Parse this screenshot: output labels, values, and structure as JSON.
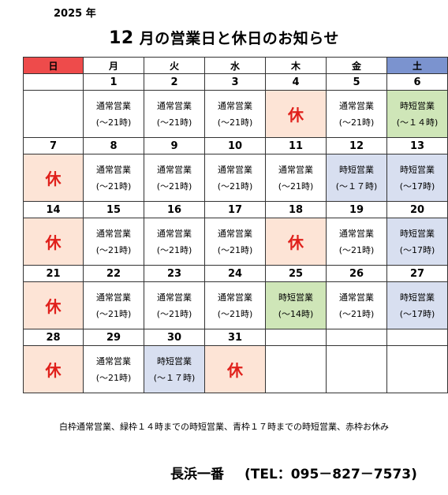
{
  "header": {
    "year": "2025 年",
    "title_num": "12",
    "title_rest": " 月の営業日と休日のお知らせ"
  },
  "weekdays": [
    "日",
    "月",
    "火",
    "水",
    "木",
    "金",
    "土"
  ],
  "weeks": [
    [
      {
        "day": "",
        "type": "empty"
      },
      {
        "day": "1",
        "type": "normal",
        "l1": "通常営業",
        "l2": "(～21時)"
      },
      {
        "day": "2",
        "type": "normal",
        "l1": "通常営業",
        "l2": "(～21時)"
      },
      {
        "day": "3",
        "type": "normal",
        "l1": "通常営業",
        "l2": "(～21時)"
      },
      {
        "day": "4",
        "type": "off",
        "l1": "休",
        "l2": ""
      },
      {
        "day": "5",
        "type": "normal",
        "l1": "通常営業",
        "l2": "(～21時)"
      },
      {
        "day": "6",
        "type": "green",
        "l1": "時短営業",
        "l2": "(～１４時)"
      }
    ],
    [
      {
        "day": "7",
        "type": "off",
        "l1": "休",
        "l2": ""
      },
      {
        "day": "8",
        "type": "normal",
        "l1": "通常営業",
        "l2": "(～21時)"
      },
      {
        "day": "9",
        "type": "normal",
        "l1": "通常営業",
        "l2": "(～21時)"
      },
      {
        "day": "10",
        "type": "normal",
        "l1": "通常営業",
        "l2": "(～21時)"
      },
      {
        "day": "11",
        "type": "normal",
        "l1": "通常営業",
        "l2": "(～21時)"
      },
      {
        "day": "12",
        "type": "blue",
        "l1": "時短営業",
        "l2": "(～１７時)"
      },
      {
        "day": "13",
        "type": "blue",
        "l1": "時短営業",
        "l2": "(～17時)"
      }
    ],
    [
      {
        "day": "14",
        "type": "off",
        "l1": "休",
        "l2": ""
      },
      {
        "day": "15",
        "type": "normal",
        "l1": "通常営業",
        "l2": "(～21時)"
      },
      {
        "day": "16",
        "type": "normal",
        "l1": "通常営業",
        "l2": "(～21時)"
      },
      {
        "day": "17",
        "type": "normal",
        "l1": "通常営業",
        "l2": "(～21時)"
      },
      {
        "day": "18",
        "type": "off",
        "l1": "休",
        "l2": ""
      },
      {
        "day": "19",
        "type": "normal",
        "l1": "通常営業",
        "l2": "(～21時)"
      },
      {
        "day": "20",
        "type": "blue",
        "l1": "時短営業",
        "l2": "(～17時)"
      }
    ],
    [
      {
        "day": "21",
        "type": "off",
        "l1": "休",
        "l2": ""
      },
      {
        "day": "22",
        "type": "normal",
        "l1": "通常営業",
        "l2": "(～21時)"
      },
      {
        "day": "23",
        "type": "normal",
        "l1": "通常営業",
        "l2": "(～21時)"
      },
      {
        "day": "24",
        "type": "normal",
        "l1": "通常営業",
        "l2": "(～21時)"
      },
      {
        "day": "25",
        "type": "green",
        "l1": "時短営業",
        "l2": "(～14時)"
      },
      {
        "day": "26",
        "type": "normal",
        "l1": "通常営業",
        "l2": "(～21時)"
      },
      {
        "day": "27",
        "type": "blue",
        "l1": "時短営業",
        "l2": "(～17時)"
      }
    ],
    [
      {
        "day": "28",
        "type": "off",
        "l1": "休",
        "l2": ""
      },
      {
        "day": "29",
        "type": "normal",
        "l1": "通常営業",
        "l2": "(～21時)"
      },
      {
        "day": "30",
        "type": "blue",
        "l1": "時短営業",
        "l2": "(～１７時)"
      },
      {
        "day": "31",
        "type": "off",
        "l1": "休",
        "l2": ""
      },
      {
        "day": "",
        "type": "empty"
      },
      {
        "day": "",
        "type": "empty"
      },
      {
        "day": "",
        "type": "empty"
      }
    ]
  ],
  "legend": "白枠通常営業、緑枠１４時までの時短営業、青枠１７時までの時短営業、赤枠お休み",
  "footer": {
    "shop": "長浜一番",
    "tel": "(TEL：095－827－7573)"
  },
  "colors": {
    "sunday_header": "#ee4b4b",
    "saturday_header": "#7b93cf",
    "off": "#fde4d6",
    "green": "#cfe6b8",
    "blue": "#d8dff0",
    "kyu_text": "#e0201b"
  }
}
